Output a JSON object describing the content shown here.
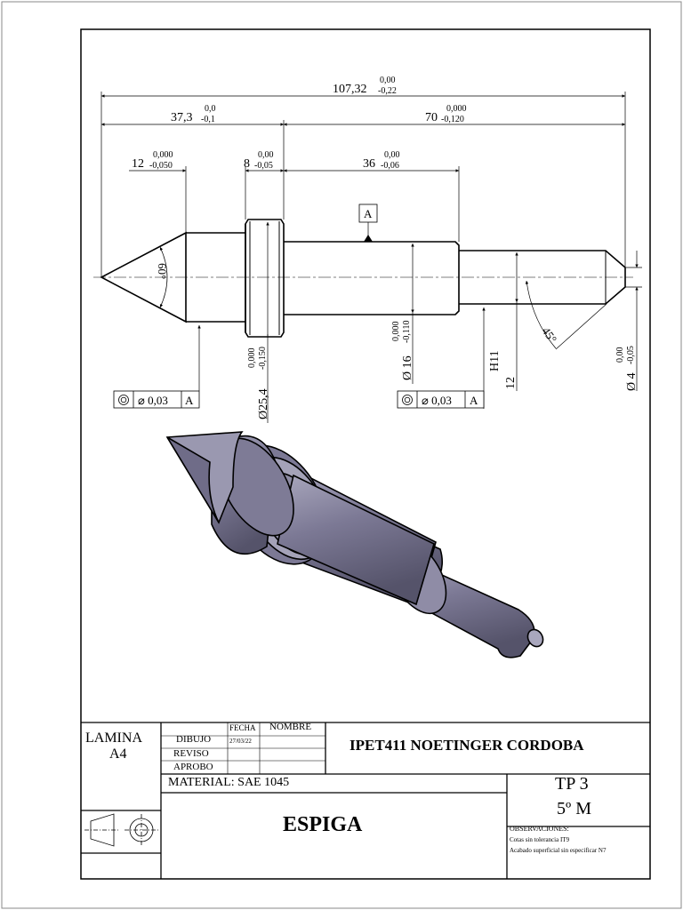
{
  "drawing": {
    "dimensions": {
      "overall": {
        "nominal": "107,32",
        "upper": "0,00",
        "lower": "-0,22"
      },
      "left_part": {
        "nominal": "37,3",
        "upper": "0,0",
        "lower": "-0,1"
      },
      "right_part": {
        "nominal": "70",
        "upper": "0,000",
        "lower": "-0,120"
      },
      "cone_len": {
        "nominal": "12",
        "upper": "0,000",
        "lower": "-0,050"
      },
      "collar_len": {
        "nominal": "8",
        "upper": "0,00",
        "lower": "-0,05"
      },
      "shaft_len": {
        "nominal": "36",
        "upper": "0,00",
        "lower": "-0,06"
      },
      "cone_angle": "60°",
      "chamfer_angle": "45°",
      "collar_dia": {
        "nominal": "Ø25,4",
        "upper": "0,000",
        "lower": "-0,150"
      },
      "shaft_dia": {
        "nominal": "Ø 16",
        "upper": "0,000",
        "lower": "-0,110"
      },
      "pin_dia_tol": "H11",
      "pin_dia": "12",
      "tip_dia": {
        "nominal": "Ø 4",
        "upper": "0,00",
        "lower": "-0,05"
      }
    },
    "datum": "A",
    "fcf_left": {
      "symbol": "◎",
      "tol": "⌀  0,03",
      "datum": "A"
    },
    "fcf_right": {
      "symbol": "◎",
      "tol": "⌀  0,03",
      "datum": "A"
    }
  },
  "title_block": {
    "sheet_label": "LAMINA",
    "sheet_size": "A4",
    "col_fecha": "FECHA",
    "col_nombre": "NOMBRE",
    "row_dibujo": "DIBUJO",
    "row_reviso": "REVISO",
    "row_aprobo": "APROBO",
    "date": "27/03/22",
    "school": "IPET411 NOETINGER CORDOBA",
    "material": "MATERIAL: SAE 1045",
    "part_name": "ESPIGA",
    "tp": "TP 3",
    "course": "5º M",
    "obs_title": "OBSERVACIONES:",
    "obs_1": "Cotas sin tolerancia IT9",
    "obs_2": "Acabado superficial sin especificar N7"
  },
  "colors": {
    "part_fill": "#7b7894",
    "part_light": "#a8a6bc",
    "part_dark": "#4e4c62",
    "line": "#000000"
  }
}
